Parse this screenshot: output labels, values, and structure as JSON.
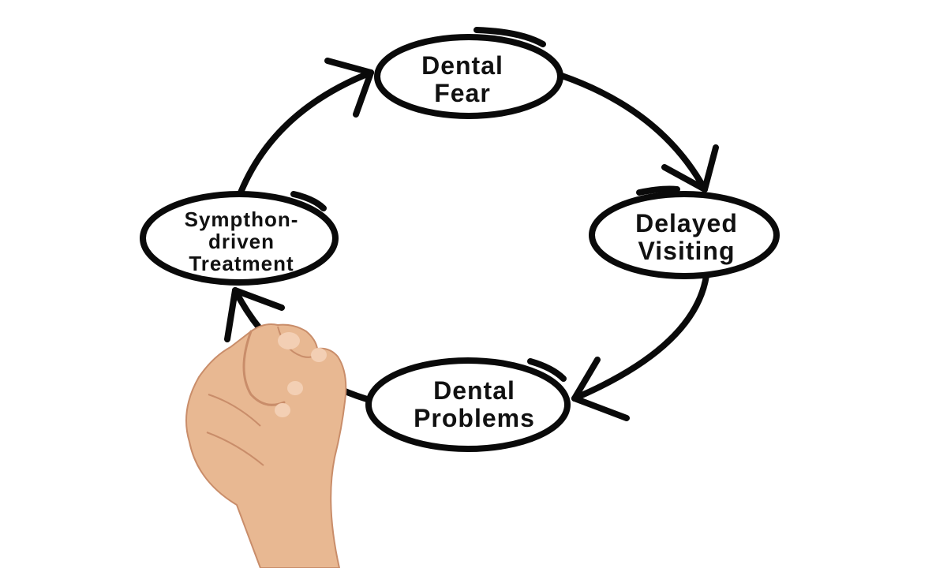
{
  "diagram": {
    "type": "cycle",
    "ink_color": "#0a0a0a",
    "background": "#ffffff",
    "nodes": [
      {
        "id": "fear",
        "lines": [
          "Dental",
          "Fear"
        ]
      },
      {
        "id": "delayed",
        "lines": [
          "Delayed",
          "Visiting"
        ]
      },
      {
        "id": "problems",
        "lines": [
          "Dental",
          "Problems"
        ]
      },
      {
        "id": "symptom",
        "lines": [
          "Sympthon-",
          "driven",
          "Treatment"
        ]
      }
    ],
    "edges": [
      {
        "from": "fear",
        "to": "delayed"
      },
      {
        "from": "delayed",
        "to": "problems"
      },
      {
        "from": "problems",
        "to": "symptom"
      },
      {
        "from": "symptom",
        "to": "fear"
      }
    ]
  }
}
